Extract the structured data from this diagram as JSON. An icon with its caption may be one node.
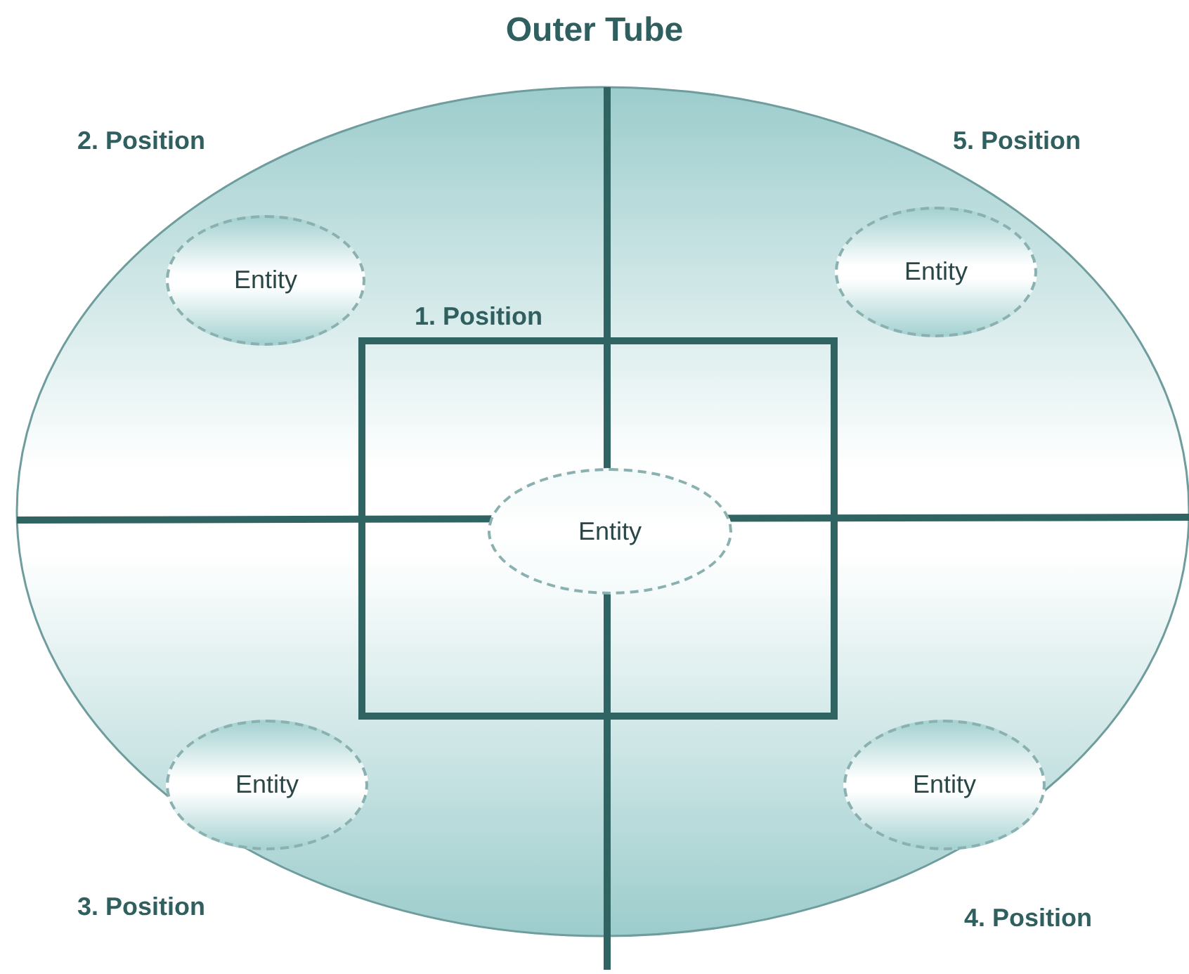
{
  "diagram": {
    "nodes": [
      {
        "text": [
          "Outer Tube"
        ]
      },
      {
        "text": [
          "Entity"
        ],
        "in": 0
      },
      {
        "text": [
          "Entity"
        ],
        "in": 0
      },
      {
        "text": [
          "1. Position"
        ],
        "in": 0
      },
      {
        "text": [
          "Entity"
        ],
        "in": 3
      },
      {
        "text": [
          "Entity"
        ],
        "in": 0
      },
      {
        "text": [
          "Entity"
        ],
        "in": 0
      }
    ],
    "edges": [],
    "labels": [
      "2. Position",
      "5. Position",
      "3. Position",
      "4. Position"
    ]
  }
}
